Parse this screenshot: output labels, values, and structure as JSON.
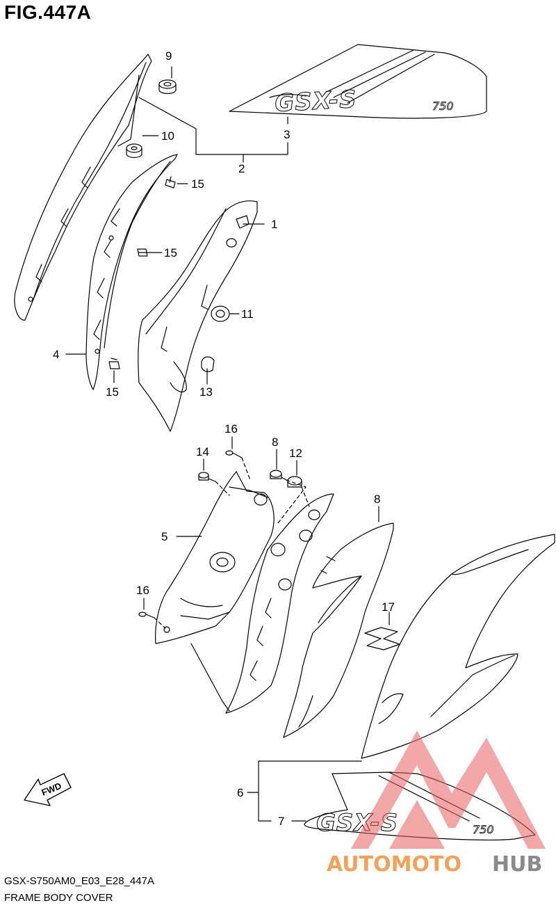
{
  "figure": {
    "title": "FIG.447A",
    "code": "GSX-S750AM0_E03_E28_447A",
    "name": "FRAME BODY COVER"
  },
  "callouts": [
    "1",
    "2",
    "3",
    "4",
    "5",
    "6",
    "7",
    "8",
    "9",
    "10",
    "10",
    "11",
    "12",
    "13",
    "14",
    "15",
    "15",
    "15",
    "16",
    "16",
    "17"
  ],
  "emblem": {
    "decal_text": "GSX-S",
    "decal_sub": "750"
  },
  "fwd_label": "FWD",
  "watermark": {
    "part1": "AUTOMOTO",
    "part2": "HUB",
    "color1": "#f2a15a",
    "color2": "#8a8a8a",
    "mark_color": "#e86060"
  },
  "line_color": "#000000"
}
